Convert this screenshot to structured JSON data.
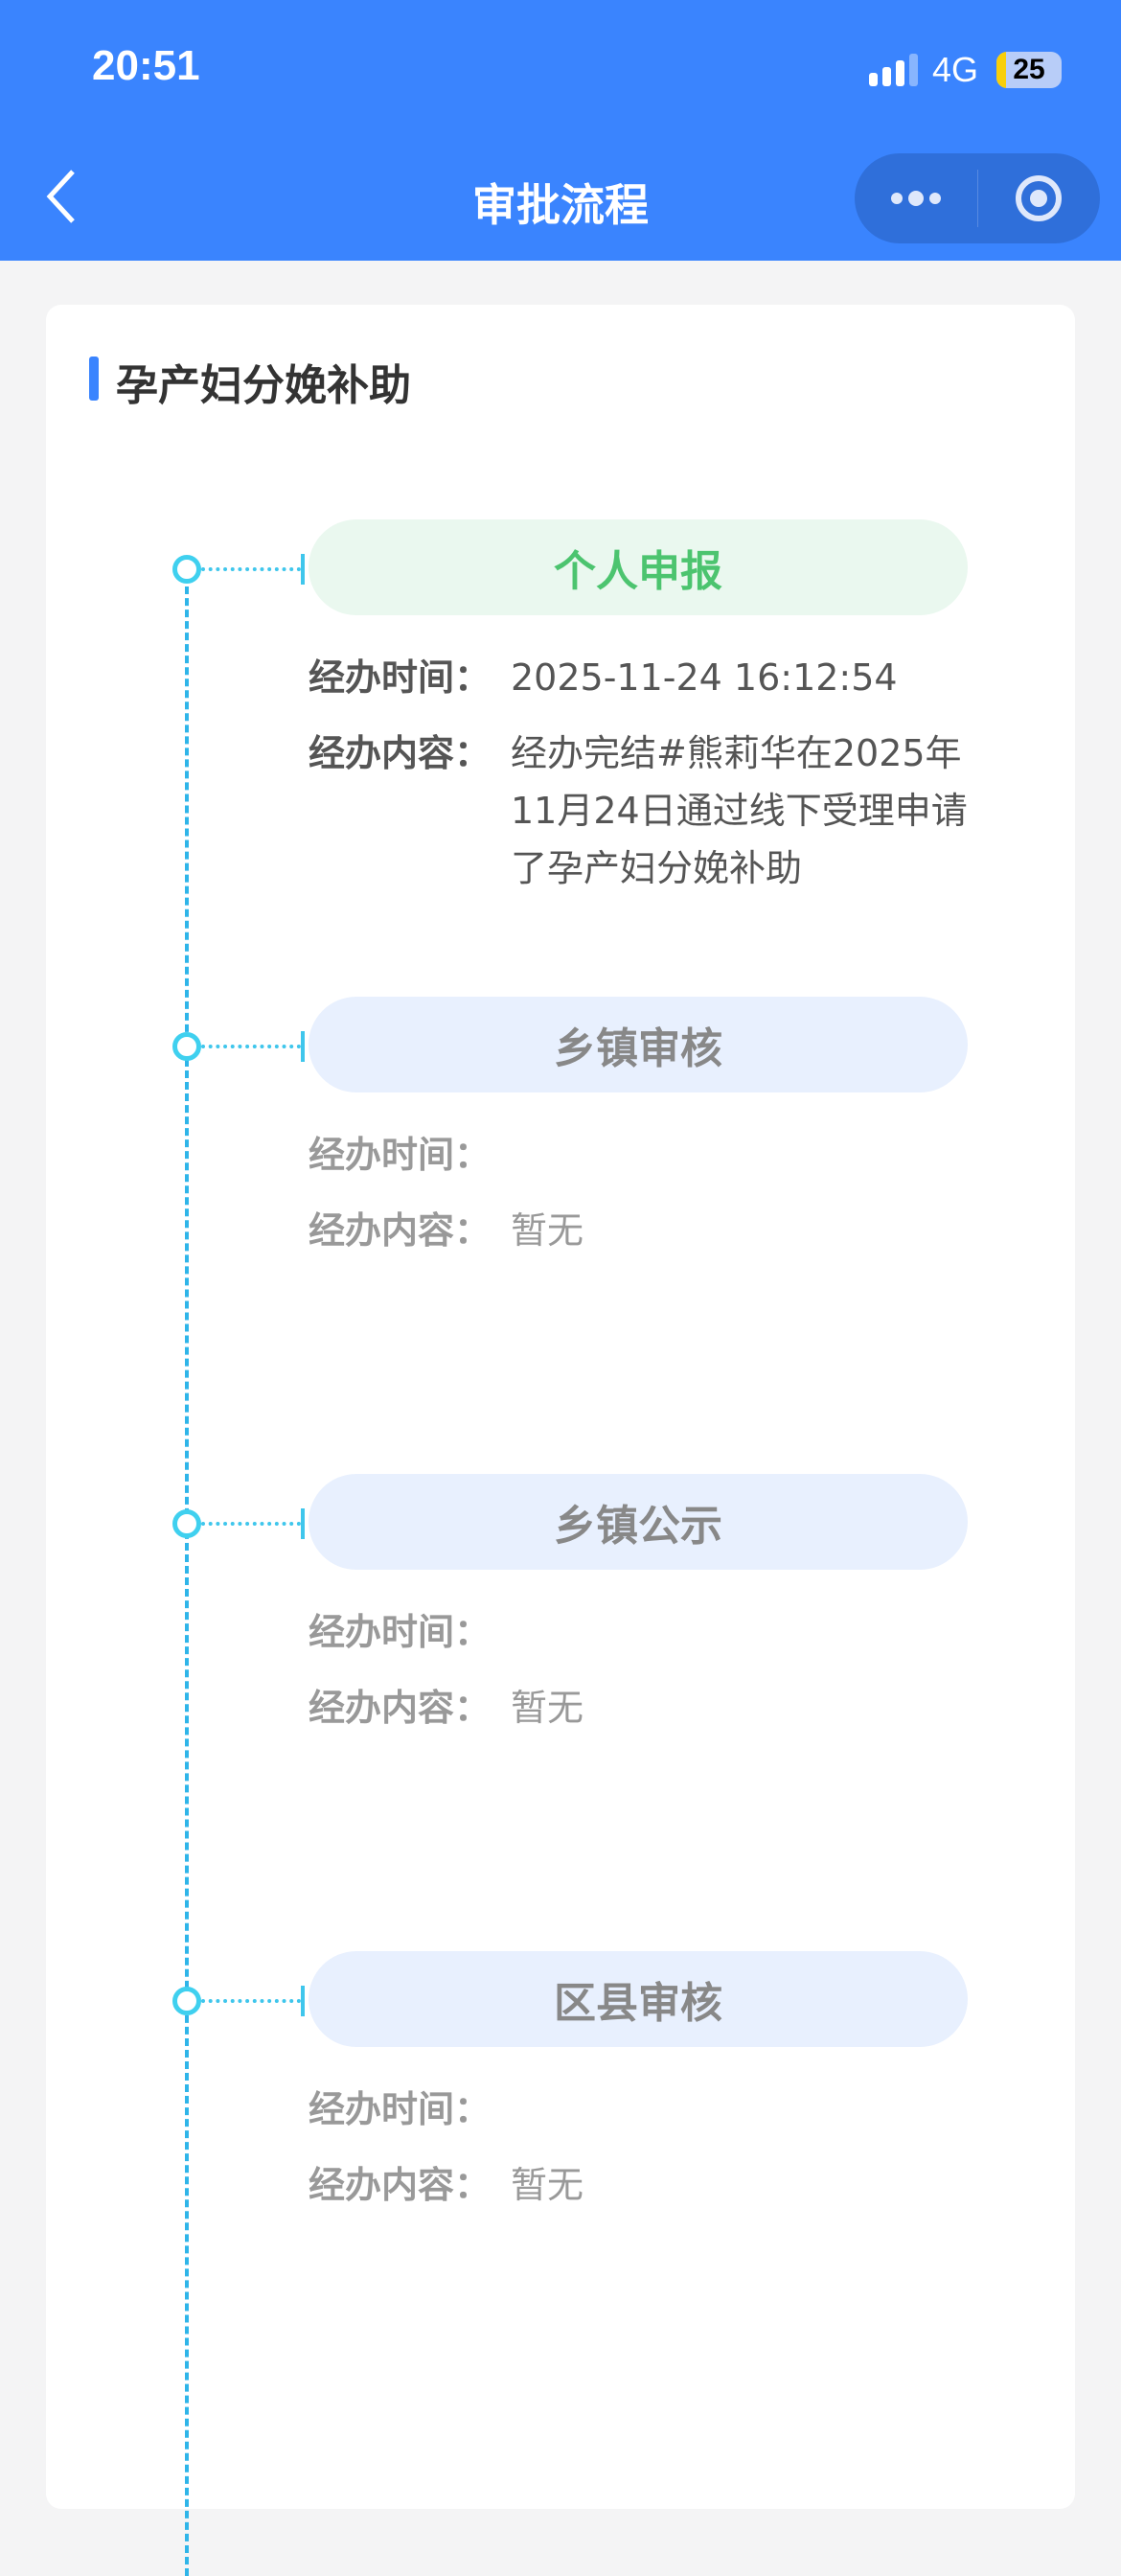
{
  "status_bar": {
    "time": "20:51",
    "network": "4G",
    "battery": "25"
  },
  "nav": {
    "title": "审批流程"
  },
  "section": {
    "title": "孕产妇分娩补助"
  },
  "steps": [
    {
      "name": "个人申报",
      "status": "done",
      "time_label": "经办时间：",
      "time": "2025-11-24 16:12:54",
      "content_label": "经办内容：",
      "content": "经办完结#熊莉华在2025年11月24日通过线下受理申请了孕产妇分娩补助"
    },
    {
      "name": "乡镇审核",
      "status": "pending",
      "time_label": "经办时间：",
      "time": "",
      "content_label": "经办内容：",
      "content": "暂无"
    },
    {
      "name": "乡镇公示",
      "status": "pending",
      "time_label": "经办时间：",
      "time": "",
      "content_label": "经办内容：",
      "content": "暂无"
    },
    {
      "name": "区县审核",
      "status": "pending",
      "time_label": "经办时间：",
      "time": "",
      "content_label": "经办内容：",
      "content": "暂无"
    }
  ],
  "colors": {
    "brand": "#3a84fe",
    "done": "#4cc46f",
    "timeline": "#2fb5e9"
  }
}
